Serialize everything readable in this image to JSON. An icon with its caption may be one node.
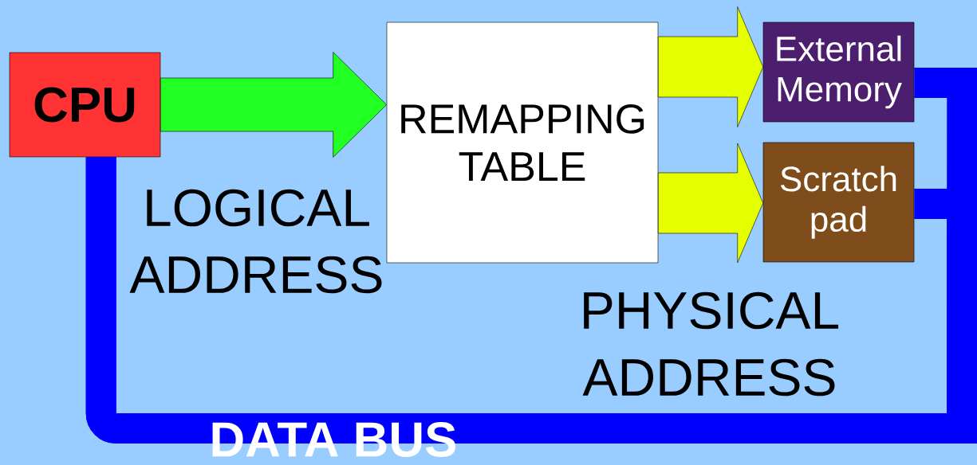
{
  "diagram": {
    "nodes": [
      {
        "text": [
          "CPU"
        ]
      },
      {
        "text": [
          "REMAPPING TABLE"
        ]
      },
      {
        "text": [
          "External Memory"
        ]
      },
      {
        "text": [
          "Scratch pad"
        ]
      }
    ],
    "edges": [
      {
        "from": 0,
        "to": 1,
        "arrow": "to",
        "color": "#22ff22"
      },
      {
        "from": 1,
        "to": 2,
        "arrow": "to",
        "color": "#e6ff00"
      },
      {
        "from": 1,
        "to": 3,
        "arrow": "to",
        "color": "#e6ff00"
      },
      {
        "from": 0,
        "to": 2,
        "arrow": "none",
        "color": "#0000ff"
      },
      {
        "from": 0,
        "to": 3,
        "arrow": "none",
        "color": "#0000ff"
      }
    ],
    "labels": [
      "LOGICAL ADDRESS",
      "PHYSICAL ADDRESS",
      "DATA BUS"
    ]
  }
}
